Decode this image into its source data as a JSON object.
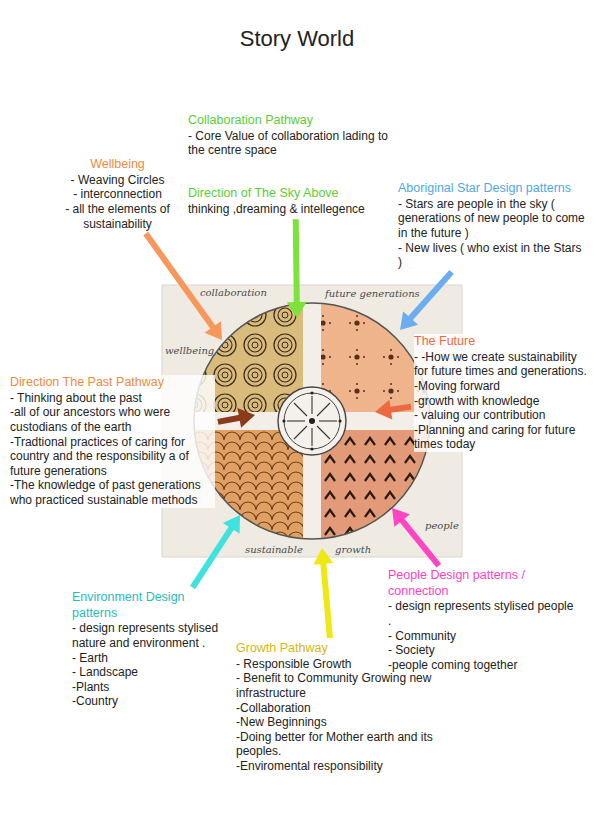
{
  "diagram": {
    "title": "Story World",
    "nodes": [
      {
        "text": [
          "Collaboration Pathway",
          "- Core Value of collaboration lading to the centre space"
        ]
      },
      {
        "text": [
          "Wellbeing",
          "- Weaving Circles",
          "- interconnection",
          "- all the elements of sustainability"
        ]
      },
      {
        "text": [
          "Direction of The Sky Above",
          "thinking ,dreaming & intellegence"
        ]
      },
      {
        "text": [
          "Aboriginal Star Design patterns",
          "- Stars are people in the sky ( generations of new people to come in the future )",
          "- New lives ( who exist in the Stars )"
        ]
      },
      {
        "text": [
          "The Future",
          "- -How we create sustainability for future times and generations.",
          "-Moving forward",
          "-growth with knowledge",
          "- valuing our contribution",
          "-Planning and caring for future times today"
        ]
      },
      {
        "text": [
          "Direction The Past Pathway",
          "- Thinking about the past",
          "-all of our ancestors who were custodians of the earth",
          "-Tradtional practices of caring for country and the responsibility a of future generations",
          "-The knowledge of past generations who practiced sustainable methods"
        ]
      },
      {
        "text": [
          "Environment Design patterns",
          "- design represents stylised nature and environment .",
          "- Earth",
          "- Landscape",
          "-Plants",
          "-Country"
        ]
      },
      {
        "text": [
          "Growth Pathway",
          "- Responsible Growth",
          "- Benefit to Community Growing new infrastructure",
          "-Collaboration",
          "-New Beginnings",
          "-Doing better for Mother earth and its peoples.",
          "-Enviromental responsibility"
        ]
      },
      {
        "text": [
          "People Design patterns / connection",
          "- design represents stylised people .",
          "- Community",
          "- Society",
          "-people coming together"
        ]
      },
      {
        "text": [
          "collaboration",
          "wellbeing",
          "future generations",
          "sustainable",
          "growth",
          "people"
        ]
      }
    ],
    "edges": [
      {
        "from": 1,
        "to": 9,
        "arrow": "to"
      },
      {
        "from": 2,
        "to": 9,
        "arrow": "to"
      },
      {
        "from": 3,
        "to": 9,
        "arrow": "to"
      },
      {
        "from": 4,
        "to": 9,
        "arrow": "to"
      },
      {
        "from": 5,
        "to": 9,
        "arrow": "to"
      },
      {
        "from": 6,
        "to": 9,
        "arrow": "to"
      },
      {
        "from": 7,
        "to": 9,
        "arrow": "to"
      },
      {
        "from": 8,
        "to": 9,
        "arrow": "to"
      }
    ]
  }
}
